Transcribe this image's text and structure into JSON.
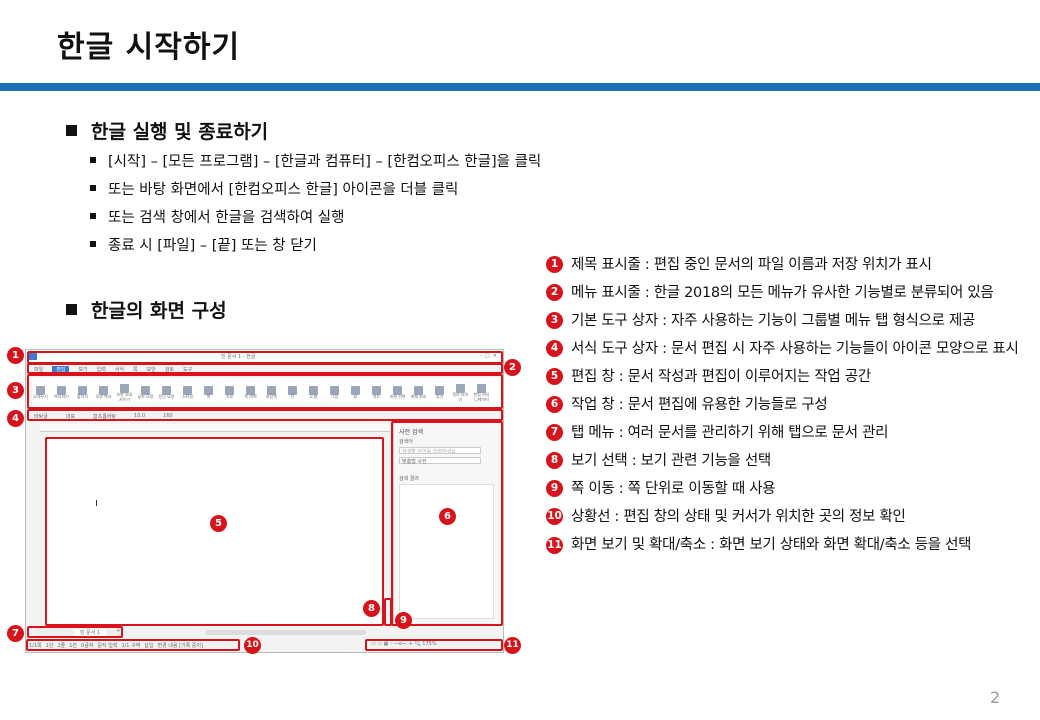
{
  "title": "한글 시작하기",
  "accent": "#1a6fb7",
  "marker_color": "#d7141c",
  "section1": {
    "heading": "한글 실행 및 종료하기",
    "bullets": [
      "[시작] – [모든 프로그램] – [한글과 컴퓨터] – [한컴오피스 한글]을 클릭",
      "또는 바탕 화면에서 [한컴오피스 한글] 아이콘을 더블 클릭",
      "또는 검색 창에서 한글을 검색하여 실행",
      "종료 시 [파일] – [끝] 또는 창 닫기"
    ]
  },
  "section2": {
    "heading": "한글의 화면 구성"
  },
  "legend": [
    {
      "num": "1",
      "text": "제목 표시줄 : 편집 중인 문서의 파일 이름과 저장 위치가 표시"
    },
    {
      "num": "2",
      "text": "메뉴 표시줄 : 한글 2018의 모든 메뉴가 유사한 기능별로 분류되어 있음"
    },
    {
      "num": "3",
      "text": "기본 도구 상자 : 자주 사용하는 기능이 그룹별 메뉴 탭 형식으로 제공"
    },
    {
      "num": "4",
      "text": "서식 도구 상자 : 문서 편집 시 자주 사용하는 기능들이 아이콘 모양으로 표시"
    },
    {
      "num": "5",
      "text": "편집 창 : 문서 작성과 편집이 이루어지는 작업 공간"
    },
    {
      "num": "6",
      "text": "작업 창 : 문서 편집에 유용한 기능들로 구성"
    },
    {
      "num": "7",
      "text": "탭 메뉴 : 여러 문서를 관리하기 위해 탭으로 문서 관리"
    },
    {
      "num": "8",
      "text": "보기 선택 : 보기 관련 기능을 선택"
    },
    {
      "num": "9",
      "text": "쪽 이동 : 쪽 단위로 이동할 때 사용"
    },
    {
      "num": "10",
      "text": "상황선 : 편집 창의 상태 및 커서가 위치한 곳의 정보 확인"
    },
    {
      "num": "11",
      "text": "화면 보기 및 확대/축소 : 화면 보기 상태와 화면 확대/축소 등을 선택"
    }
  ],
  "screenshot": {
    "window_title": "빈 문서 1 - 한글",
    "menu": [
      "파일",
      "편집",
      "보기",
      "입력",
      "서식",
      "쪽",
      "보안",
      "검토",
      "도구"
    ],
    "ribbon": [
      "오려두기",
      "복사하기",
      "붙이기",
      "모양 복사",
      "조판 부호 지우기",
      "글자 모양",
      "문단 모양",
      "스타일",
      "쪽",
      "가로",
      "쪽 여백",
      "바탕쪽",
      "단",
      "도형",
      "그림",
      "표",
      "차트",
      "개체 선택",
      "개체 보호",
      "찾기",
      "찾아 바꾸기",
      "한컴 커뮤니케이터"
    ],
    "format_bar": [
      "바탕글",
      "대표",
      "함초롬바탕",
      "10.0",
      "160"
    ],
    "task_pane": {
      "title": "사전 검색",
      "label": "검색어",
      "placeholder": "검색할 단어를 입력하세요",
      "dict": "맞춤법 사전",
      "result_label": "검색 결과"
    },
    "doc_tab": "빈 문서 1",
    "status": [
      "1/1쪽",
      "1단",
      "1줄",
      "1칸",
      "0글자",
      "문자 입력",
      "1/1 구역",
      "삽입",
      "변경 내용 [기록 중지]"
    ],
    "zoom": "175%"
  },
  "page_number": "2"
}
